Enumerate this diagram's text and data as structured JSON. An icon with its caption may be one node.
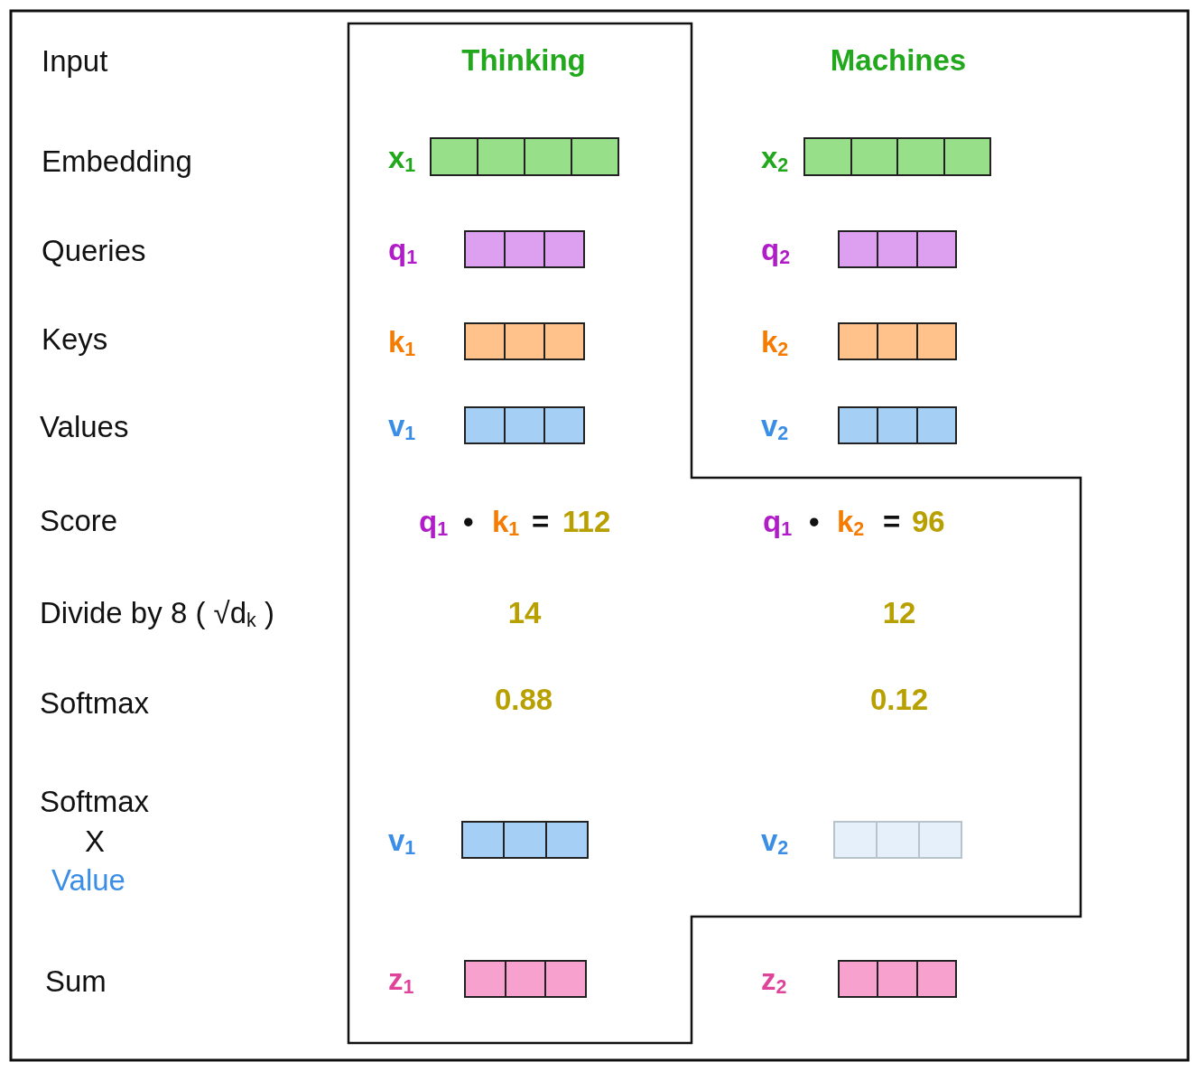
{
  "diagram": {
    "nodes": [
      {
        "text": [],
        "shape": "bar",
        "beside": [
          "x$_{1}$"
        ]
      },
      {
        "text": [],
        "shape": "bar",
        "beside": [
          "x$_{2}$"
        ]
      },
      {
        "text": [],
        "shape": "bar",
        "beside": [
          "q$_{1}$"
        ]
      },
      {
        "text": [],
        "shape": "bar",
        "beside": [
          "q$_{2}$"
        ]
      },
      {
        "text": [],
        "shape": "bar",
        "beside": [
          "k$_{1}$"
        ]
      },
      {
        "text": [],
        "shape": "bar",
        "beside": [
          "k$_{2}$"
        ]
      },
      {
        "text": [],
        "shape": "bar",
        "beside": [
          "v$_{1}$"
        ]
      },
      {
        "text": [],
        "shape": "bar",
        "beside": [
          "v$_{2}$"
        ]
      },
      {
        "text": [],
        "shape": "bar",
        "beside": [
          "v$_{1}$"
        ]
      },
      {
        "text": [],
        "shape": "bar",
        "beside": [
          "v$_{2}$"
        ]
      },
      {
        "text": [],
        "shape": "bar",
        "beside": [
          "z$_{1}$"
        ]
      },
      {
        "text": [],
        "shape": "bar",
        "beside": [
          "z$_{2}$"
        ]
      }
    ],
    "labels": [
      "Input",
      "Thinking",
      "Machines",
      "Embedding",
      "Queries",
      "Keys",
      "Values",
      "Score",
      "q$_{1}$",
      "•",
      "k$_{1}$",
      "=",
      "112",
      "q$_{1}$",
      "•",
      "k$_{2}$",
      "=",
      "96",
      "Divide by 8 ( √d$_{k}$ )",
      "14",
      "12",
      "Softmax",
      "0.88",
      "0.12",
      "Softmax",
      "X",
      "Value",
      "Sum"
    ]
  }
}
